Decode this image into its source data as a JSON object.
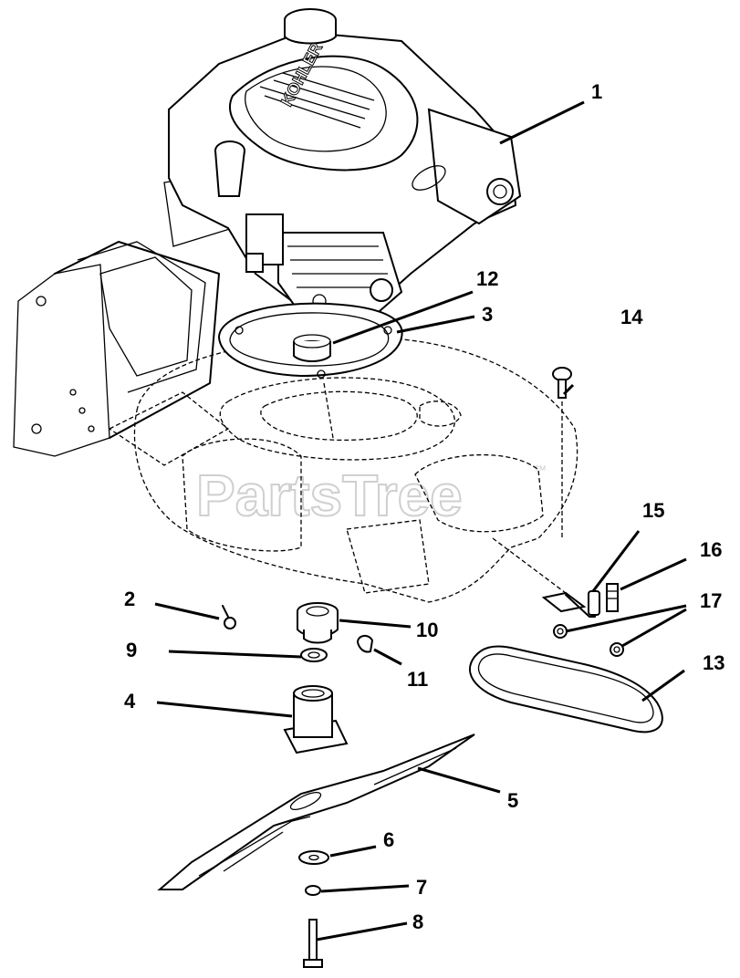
{
  "watermark": {
    "text": "PartsTree",
    "trademark": "™"
  },
  "engine_branding": {
    "brand": "KOHLER"
  },
  "callouts": [
    {
      "id": "1",
      "label": "1"
    },
    {
      "id": "2",
      "label": "2"
    },
    {
      "id": "3",
      "label": "3"
    },
    {
      "id": "4",
      "label": "4"
    },
    {
      "id": "5",
      "label": "5"
    },
    {
      "id": "6",
      "label": "6"
    },
    {
      "id": "7",
      "label": "7"
    },
    {
      "id": "8",
      "label": "8"
    },
    {
      "id": "9",
      "label": "9"
    },
    {
      "id": "10",
      "label": "10"
    },
    {
      "id": "11",
      "label": "11"
    },
    {
      "id": "12",
      "label": "12"
    },
    {
      "id": "13",
      "label": "13"
    },
    {
      "id": "14",
      "label": "14"
    },
    {
      "id": "15",
      "label": "15"
    },
    {
      "id": "16",
      "label": "16"
    },
    {
      "id": "17",
      "label": "17"
    }
  ]
}
